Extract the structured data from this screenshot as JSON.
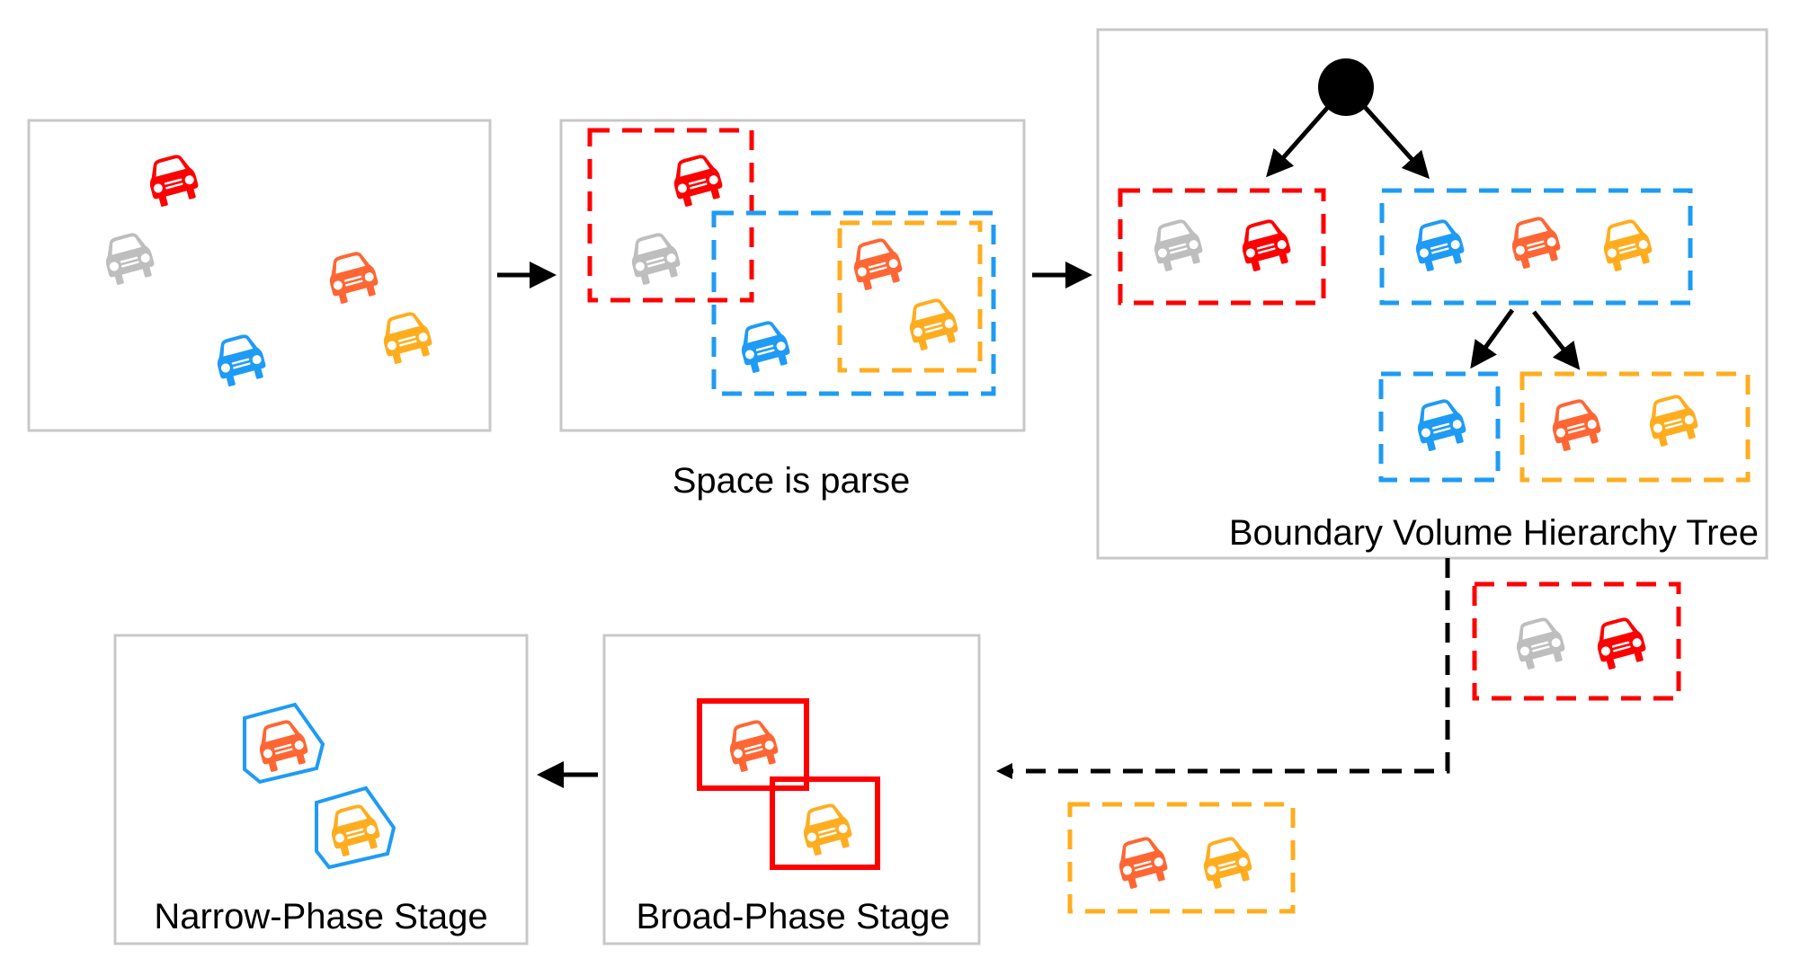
{
  "colors": {
    "red": "#FF0000",
    "gray": "#BEBEBE",
    "orange": "#FF6633",
    "blue": "#1E9BF5",
    "yellow": "#FFAD1F",
    "black": "#000000",
    "panel_border": "#C8C8C8"
  },
  "panels": {
    "scene": {
      "label": ""
    },
    "partition": {
      "label": "Space is parse"
    },
    "bvh": {
      "label": "Boundary Volume Hierarchy Tree"
    },
    "broad": {
      "label": "Broad-Phase Stage"
    },
    "narrow": {
      "label": "Narrow-Phase Stage"
    }
  },
  "cars": [
    "red",
    "gray",
    "orange",
    "blue",
    "yellow"
  ],
  "bvh_tree": {
    "root": "root-node",
    "level1": [
      {
        "group": "red",
        "cars": [
          "gray",
          "red"
        ]
      },
      {
        "group": "blue",
        "cars": [
          "blue",
          "orange",
          "yellow"
        ]
      }
    ],
    "level2": [
      {
        "group": "blue",
        "cars": [
          "blue"
        ]
      },
      {
        "group": "yellow",
        "cars": [
          "orange",
          "yellow"
        ]
      }
    ]
  },
  "candidate_pairs": [
    {
      "group": "red",
      "cars": [
        "gray",
        "red"
      ]
    },
    {
      "group": "yellow",
      "cars": [
        "orange",
        "yellow"
      ]
    }
  ],
  "broad_phase": {
    "cars": [
      "orange",
      "yellow"
    ],
    "bounds": "axis-aligned-box"
  },
  "narrow_phase": {
    "cars": [
      "orange",
      "yellow"
    ],
    "bounds": "convex-hull"
  },
  "flow": [
    "scene",
    "partition",
    "bvh",
    "candidate_pairs",
    "broad",
    "narrow"
  ]
}
